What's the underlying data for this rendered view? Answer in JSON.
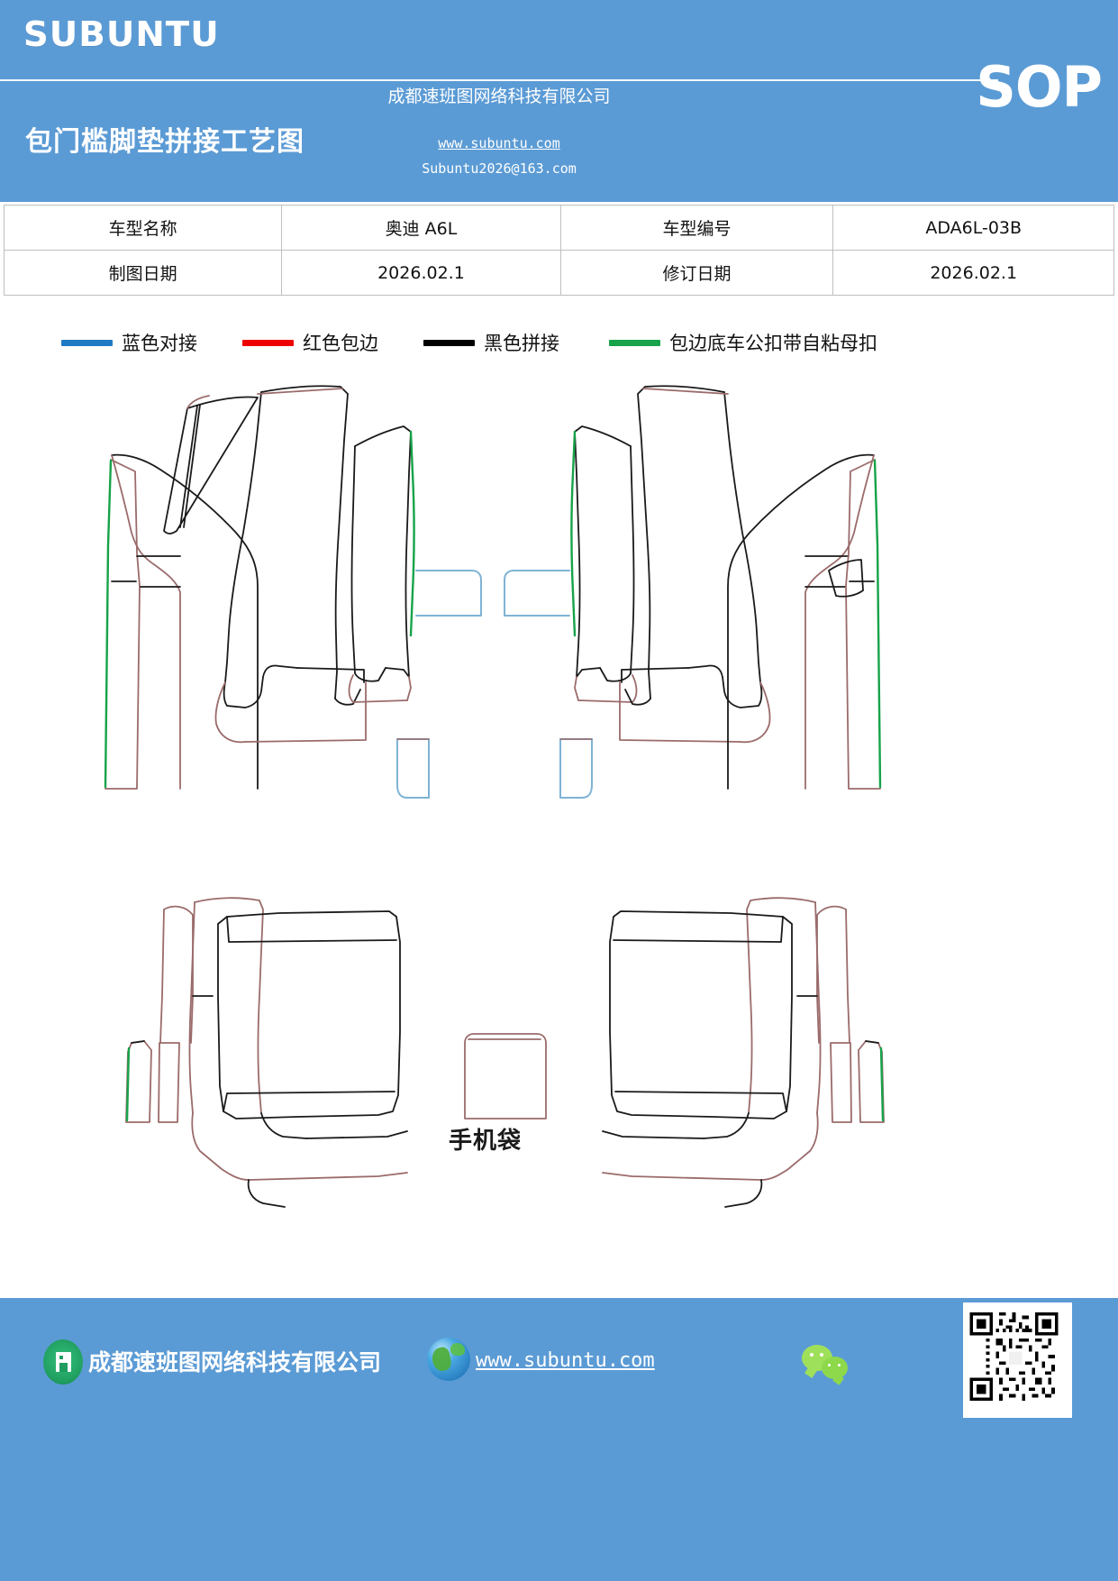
{
  "header": {
    "brand": "SUBUNTU",
    "doc_type": "SOP",
    "title": "包门槛脚垫拼接工艺图",
    "company": "成都速班图网络科技有限公司",
    "website": "www.subuntu.com",
    "email": "Subuntu2026@163.com",
    "background_color": "#5b9bd5"
  },
  "info_table": {
    "rows": [
      {
        "label_1": "车型名称",
        "value_1": "奥迪 A6L",
        "label_2": "车型编号",
        "value_2": "ADA6L-03B"
      },
      {
        "label_1": "制图日期",
        "value_1": "2026.02.1",
        "label_2": "修订日期",
        "value_2": "2026.02.1"
      }
    ]
  },
  "legend": {
    "items": [
      {
        "color": "#1f7ac4",
        "label": "蓝色对接"
      },
      {
        "color": "#ee0000",
        "label": "红色包边"
      },
      {
        "color": "#000000",
        "label": "黑色拼接"
      },
      {
        "color": "#16a34a",
        "label": "包边底车公扣带自粘母扣"
      }
    ]
  },
  "drawing": {
    "pocket_label": "手机袋",
    "stroke_colors": {
      "black_seam": "#1a1a1a",
      "red_edge": "#9b6b6b",
      "green_fastener": "#16a34a",
      "blue_joint": "#7fb3d5"
    }
  },
  "footer": {
    "company": "成都速班图网络科技有限公司",
    "website": "www.subuntu.com",
    "background_color": "#5b9bd5"
  }
}
